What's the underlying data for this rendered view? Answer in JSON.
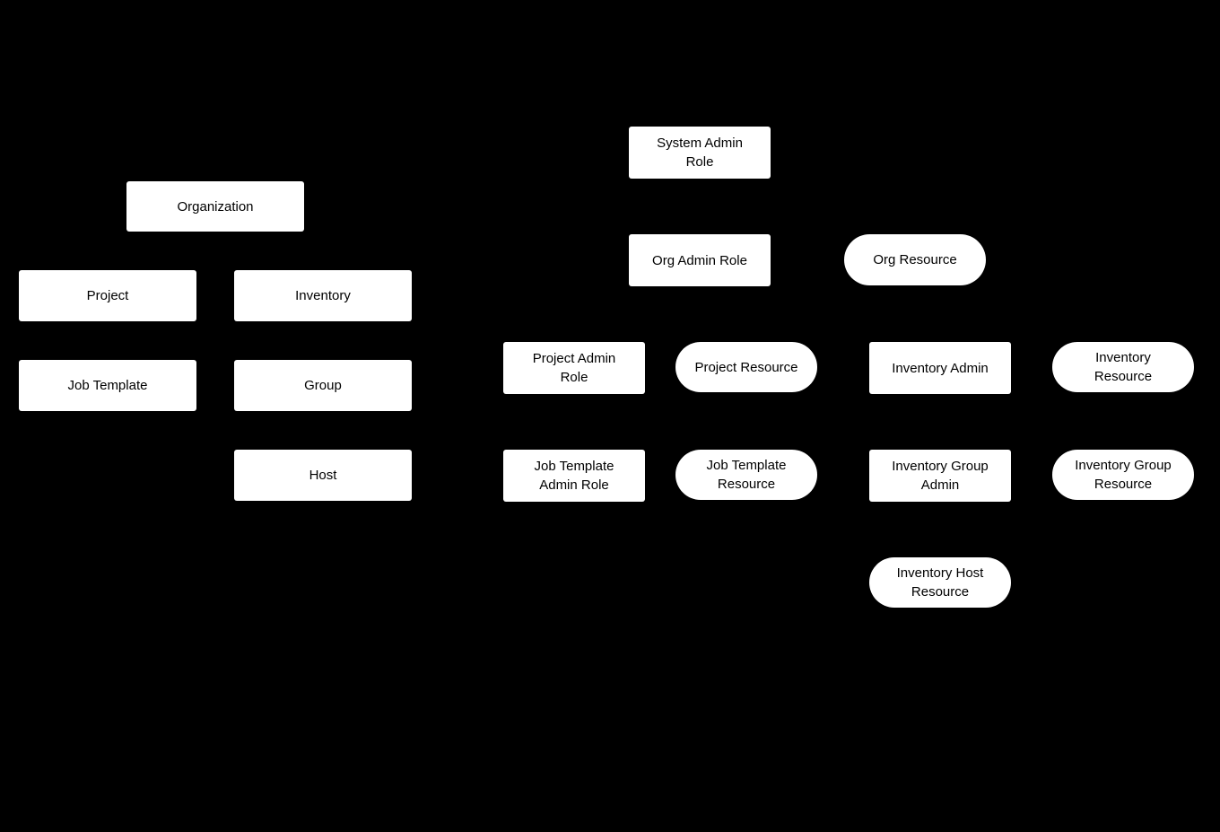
{
  "diagram": {
    "background_color": "#000000",
    "node_fill_color": "#ffffff",
    "node_text_color": "#000000",
    "nodes": [
      {
        "id": "organization",
        "label": "Organization",
        "shape": "rect"
      },
      {
        "id": "project",
        "label": "Project",
        "shape": "rect"
      },
      {
        "id": "inventory",
        "label": "Inventory",
        "shape": "rect"
      },
      {
        "id": "job-template",
        "label": "Job Template",
        "shape": "rect"
      },
      {
        "id": "group",
        "label": "Group",
        "shape": "rect"
      },
      {
        "id": "host",
        "label": "Host",
        "shape": "rect"
      },
      {
        "id": "system-admin-role",
        "label": "System Admin\nRole",
        "shape": "rect"
      },
      {
        "id": "org-admin-role",
        "label": "Org Admin Role",
        "shape": "rect"
      },
      {
        "id": "org-resource",
        "label": "Org Resource",
        "shape": "pill"
      },
      {
        "id": "project-admin-role",
        "label": "Project Admin\nRole",
        "shape": "rect"
      },
      {
        "id": "project-resource",
        "label": "Project Resource",
        "shape": "pill"
      },
      {
        "id": "inventory-admin",
        "label": "Inventory Admin",
        "shape": "rect"
      },
      {
        "id": "inventory-resource",
        "label": "Inventory\nResource",
        "shape": "pill"
      },
      {
        "id": "job-template-admin-role",
        "label": "Job Template\nAdmin Role",
        "shape": "rect"
      },
      {
        "id": "job-template-resource",
        "label": "Job Template\nResource",
        "shape": "pill"
      },
      {
        "id": "inventory-group-admin",
        "label": "Inventory Group\nAdmin",
        "shape": "rect"
      },
      {
        "id": "inventory-group-resource",
        "label": "Inventory Group\nResource",
        "shape": "pill"
      },
      {
        "id": "inventory-host-resource",
        "label": "Inventory Host\nResource",
        "shape": "pill"
      }
    ]
  }
}
